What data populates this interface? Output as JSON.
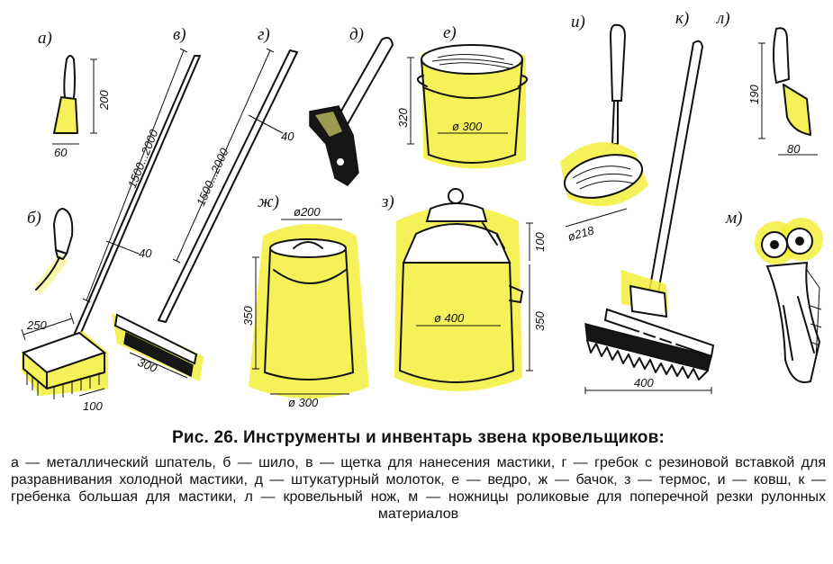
{
  "figure": {
    "labels": {
      "a": "а)",
      "b": "б)",
      "v": "в)",
      "g": "г)",
      "d": "д)",
      "e": "е)",
      "zh": "ж)",
      "z": "з)",
      "i": "и)",
      "k": "к)",
      "l": "л)",
      "m": "м)"
    },
    "dimensions": {
      "a_height": "200",
      "a_width": "60",
      "v_length": "1500...2000",
      "v_handle": "40",
      "g_length": "1500...2000",
      "g_handle": "40",
      "b_brush_length": "250",
      "b_brush_width": "100",
      "g_blade": "300",
      "e_height": "320",
      "e_diameter": "ø 300",
      "zh_top": "ø200",
      "zh_height": "350",
      "zh_bottom": "ø 300",
      "z_diameter": "ø 400",
      "z_top": "100",
      "z_height": "350",
      "i_diameter": "ø218",
      "k_width": "400",
      "l_height": "190",
      "l_width": "80"
    }
  },
  "caption": {
    "title": "Рис. 26. Инструменты и инвентарь звена кровельщиков:",
    "legend": "а — металлический шпатель, б — шило, в — щетка для нанесения мастики, г — гребок с резиновой вставкой для разравнивания холодной мастики, д — штукатурный молоток, е — ведро, ж — бачок, з — термос, и — ковш, к — гребенка большая для мастики, л — кровельный нож, м — ножницы роликовые для поперечной резки рулонных материалов"
  }
}
